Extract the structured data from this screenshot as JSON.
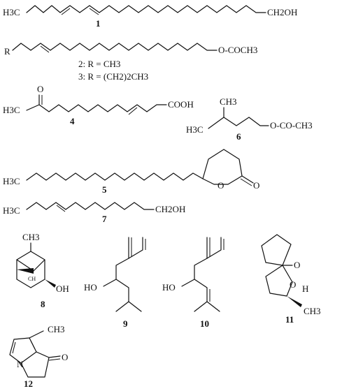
{
  "structures": [
    {
      "id": "1",
      "number": "1",
      "labels": {
        "left": "H3C",
        "right": "CH2OH"
      }
    },
    {
      "id": "2_3",
      "number": "",
      "labels": {
        "left": "R",
        "right": "O-COCH3",
        "r_def_2": "2: R = CH3",
        "r_def_3": "3: R = (CH2)2CH3"
      }
    },
    {
      "id": "4",
      "number": "4",
      "labels": {
        "left": "H3C",
        "top": "O",
        "right": "COOH"
      }
    },
    {
      "id": "6",
      "number": "6",
      "labels": {
        "top": "CH3",
        "left": "H3C",
        "right": "O-CO-CH3"
      }
    },
    {
      "id": "5",
      "number": "5",
      "labels": {
        "left": "H3C",
        "ring_o": "O",
        "carbonyl_o": "O"
      }
    },
    {
      "id": "7",
      "number": "7",
      "labels": {
        "left": "H3C",
        "right": "CH2OH"
      }
    },
    {
      "id": "8",
      "number": "8",
      "labels": {
        "top": "CH3",
        "bridge": "CH",
        "right": "OH"
      }
    },
    {
      "id": "9",
      "number": "9",
      "labels": {
        "left": "HO"
      }
    },
    {
      "id": "10",
      "number": "10",
      "labels": {
        "left": "HO"
      }
    },
    {
      "id": "11",
      "number": "11",
      "labels": {
        "o_top": "O",
        "o_bottom": "O",
        "h": "H",
        "right": "CH3"
      }
    },
    {
      "id": "12",
      "number": "12",
      "labels": {
        "top": "CH3",
        "n": "N",
        "o": "O"
      }
    }
  ],
  "colors": {
    "ink": "#111111",
    "background": "#ffffff"
  }
}
